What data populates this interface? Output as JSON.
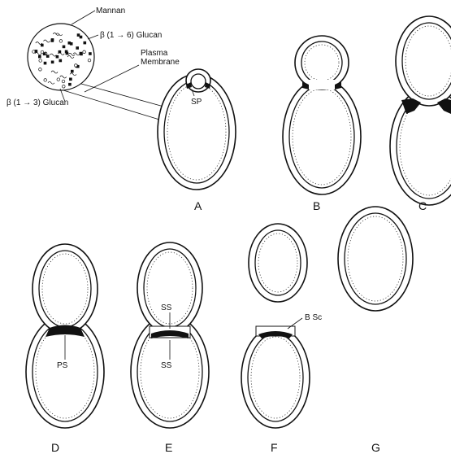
{
  "inset": {
    "mannan": "Mannan",
    "beta16": "β (1 → 6) Glucan",
    "plasma_line1": "Plasma",
    "plasma_line2": "Membrane",
    "beta13": "β (1 → 3) Glucan"
  },
  "annotations": {
    "sp": "SP",
    "ps": "PS",
    "ss_top": "SS",
    "ss_bottom": "SS",
    "bsc": "B Sc"
  },
  "panels": {
    "a": "A",
    "b": "B",
    "c": "C",
    "d": "D",
    "e": "E",
    "f": "F",
    "g": "G"
  },
  "colors": {
    "ink": "#111111",
    "paper": "#ffffff"
  }
}
